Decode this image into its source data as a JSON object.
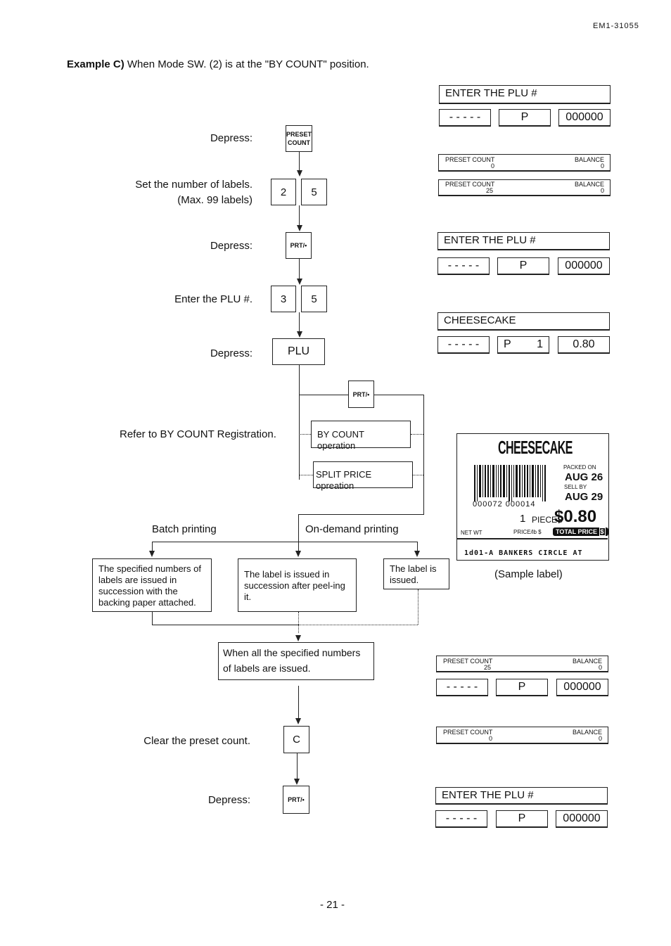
{
  "header": {
    "doc_id": "EM1-31055",
    "example_label": "Example C)",
    "example_text": "When Mode SW. (2) is at the \"BY COUNT\" position."
  },
  "steps": {
    "depress": "Depress:",
    "set_labels_1": "Set the number of labels.",
    "set_labels_2": "(Max. 99 labels)",
    "enter_plu": "Enter the PLU #.",
    "refer": "Refer to BY COUNT Registration.",
    "batch": "Batch printing",
    "on_demand": "On-demand printing",
    "clear": "Clear the preset count."
  },
  "keys": {
    "preset_1": "PRESET",
    "preset_2": "COUNT",
    "two": "2",
    "five": "5",
    "prt": "PRT/•",
    "three": "3",
    "plu": "PLU",
    "c": "C"
  },
  "boxes": {
    "by_count": "BY COUNT operation",
    "split": "SPLIT PRICE opreation",
    "batch_desc": "The specified numbers of labels are issued in succession with the backing paper attached.",
    "peel_desc": "The label is issued in succession after peel-ing it.",
    "issued_desc": "The label is issued.",
    "all_issued": "When all the specified numbers of labels are issued."
  },
  "displays": {
    "enter_plu": "ENTER THE PLU #",
    "dashes": "- - - - -",
    "p": "P",
    "zeros": "000000",
    "preset_count": "PRESET COUNT",
    "balance": "BALANCE",
    "zero": "0",
    "twenty_five": "25",
    "cheesecake": "CHEESECAKE",
    "qty": "1",
    "price": "0.80"
  },
  "label": {
    "name": "CHEESECAKE",
    "packed_on": "PACKED ON",
    "packed_date": "AUG 26",
    "sell_by": "SELL BY",
    "sell_date": "AUG 29",
    "barcode_digits": "000072 000014",
    "qty": "1",
    "pieces": "PIECES",
    "total": "$0.80",
    "net_wt": "NET WT",
    "price_per": "PRICE/lb $",
    "total_price": "TOTAL PRICE",
    "currency": "$",
    "address": "1d01-A BANKERS CIRCLE AT",
    "caption": "(Sample label)"
  },
  "footer": {
    "page": "- 21 -"
  }
}
